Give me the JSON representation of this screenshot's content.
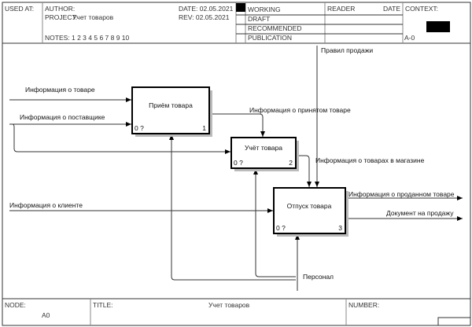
{
  "header": {
    "used_at": "USED AT:",
    "author": "AUTHOR:",
    "project_label": "PROJECT:",
    "project": "Учет товаров",
    "notes": "NOTES:  1  2  3  4  5  6  7  8  9  10",
    "date": "DATE: 02.05.2021",
    "rev": "REV:   02.05.2021",
    "status": [
      "WORKING",
      "DRAFT",
      "RECOMMENDED",
      "PUBLICATION"
    ],
    "reader": "READER",
    "reader_date": "DATE",
    "context": "CONTEXT:",
    "context_node": "A-0"
  },
  "diagram": {
    "boxes": [
      {
        "label": "Приём товара",
        "cost": "0 ?",
        "number": "1"
      },
      {
        "label": "Учёт товара",
        "cost": "0 ?",
        "number": "2"
      },
      {
        "label": "Отпуск товара",
        "cost": "0 ?",
        "number": "3"
      }
    ],
    "arrows": {
      "info_goods": "Информация о товаре",
      "info_supplier": "Информация о поставщике",
      "info_accepted": "Информация о принятом товаре",
      "info_in_store": "Информация о товарах в магазине",
      "sales_rules": "Правил продажи",
      "info_client": "Информация о клиенте",
      "info_sold": "Информация о проданном товаре",
      "sale_document": "Документ на продажу",
      "staff": "Персонал"
    }
  },
  "footer": {
    "node_label": "NODE:",
    "node": "A0",
    "title_label": "TITLE:",
    "title": "Учет товаров",
    "number_label": "NUMBER:"
  }
}
